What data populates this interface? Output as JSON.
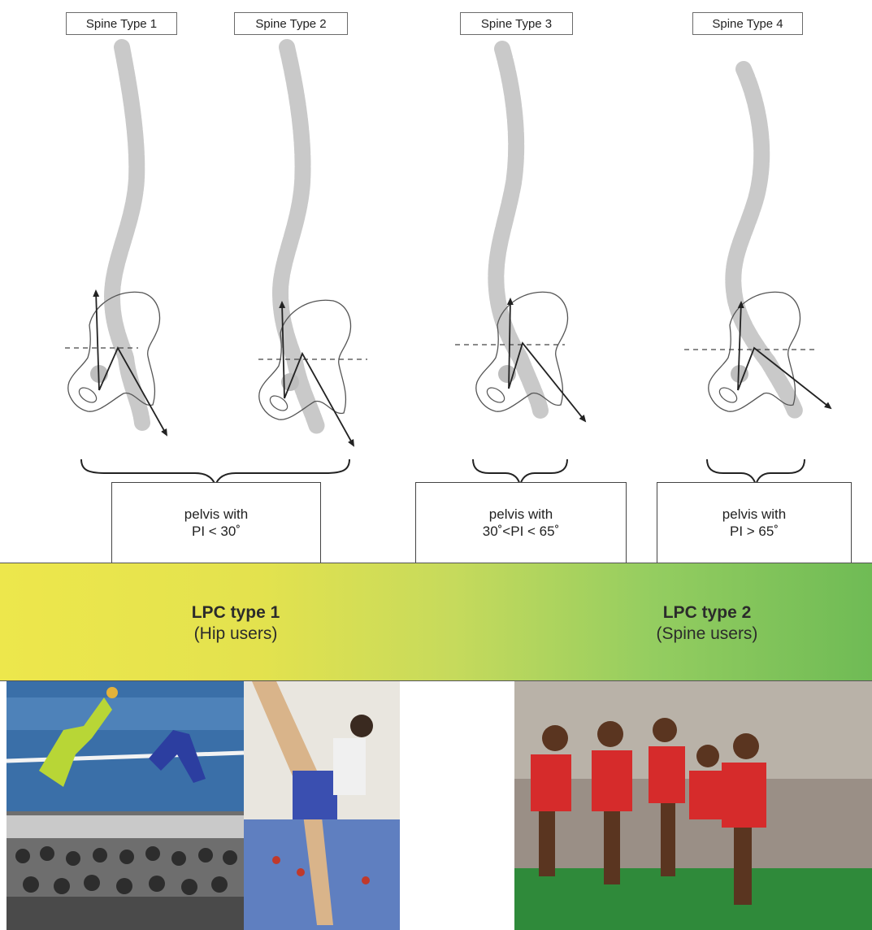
{
  "spine_types": [
    {
      "label": "Spine Type 1"
    },
    {
      "label": "Spine Type 2"
    },
    {
      "label": "Spine Type 3"
    },
    {
      "label": "Spine Type 4"
    }
  ],
  "pelvis_groups": [
    {
      "line1": "pelvis with",
      "line2": "PI < 30˚"
    },
    {
      "line1": "pelvis with",
      "line2": "30˚<PI < 65˚"
    },
    {
      "line1": "pelvis with",
      "line2": "PI > 65˚"
    }
  ],
  "lpc": [
    {
      "title": "LPC type 1",
      "subtitle": "(Hip users)"
    },
    {
      "title": "LPC type 2",
      "subtitle": "(Spine users)"
    }
  ],
  "photos": [
    {
      "name": "sepak-takraw-photo"
    },
    {
      "name": "martial-arts-kick-photo"
    },
    {
      "name": "sprinters-photo"
    }
  ],
  "colors": {
    "band_left": "#ede74c",
    "band_right": "#6fbb55",
    "spine_gray": "#c9c9c9",
    "outline": "#555555"
  }
}
